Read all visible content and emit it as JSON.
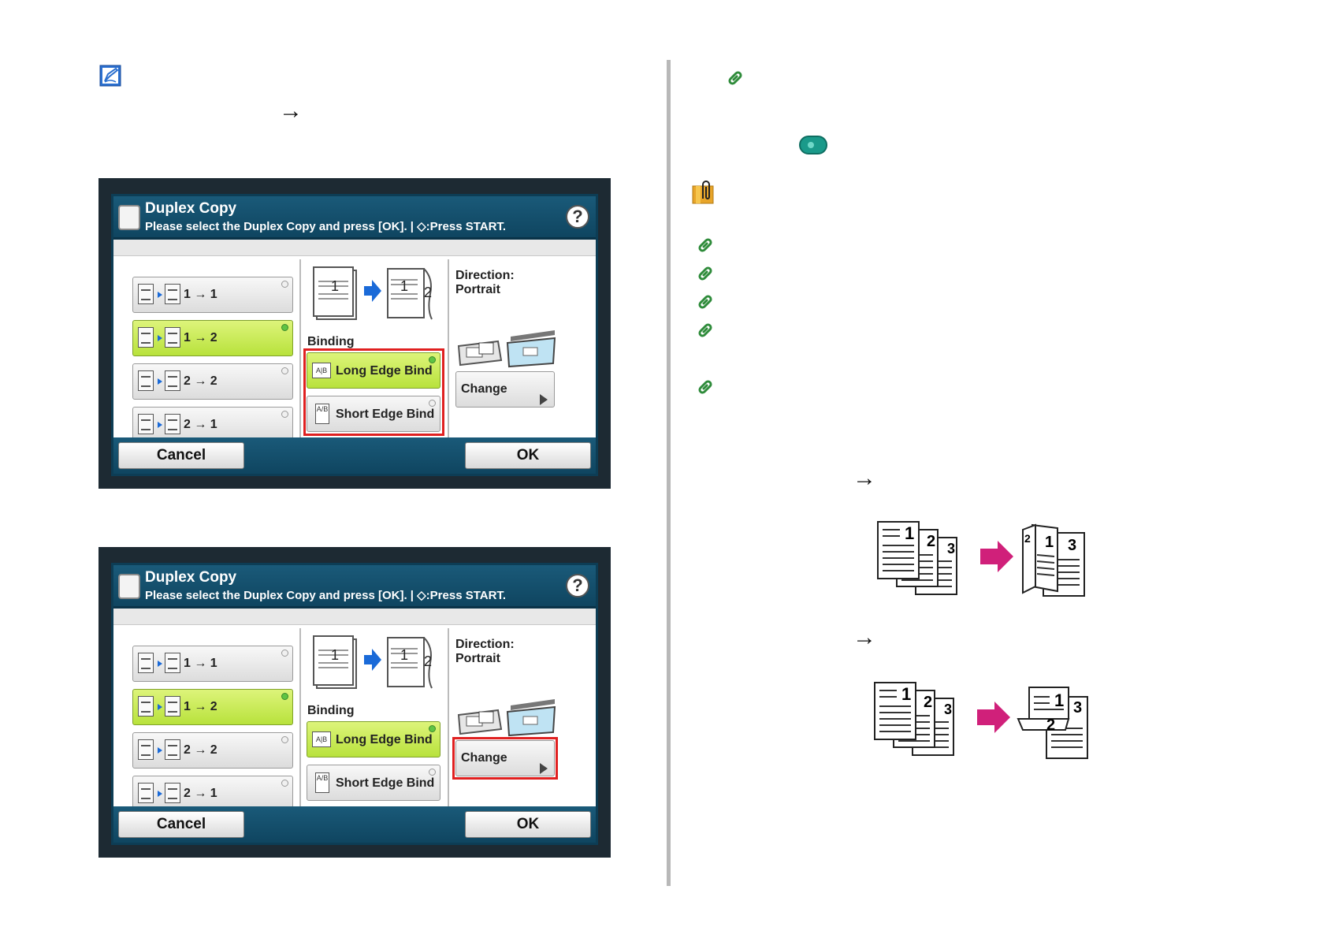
{
  "panels": [
    {
      "title": "Duplex Copy",
      "subtitle": "Please select the Duplex Copy and press [OK]. | ◇:Press START.",
      "help": "?",
      "modes": [
        "1 → 1",
        "1 → 2",
        "2 → 2",
        "2 → 1"
      ],
      "selected_mode": 1,
      "preview_front": "1",
      "preview_back_front": "1",
      "preview_back": "2",
      "binding_label": "Binding",
      "bind_long": "Long Edge Bind",
      "bind_short": "Short Edge Bind",
      "bind_long_icon": "A|B",
      "bind_short_icon": "A/B",
      "direction_label": "Direction:",
      "direction_value": "Portrait",
      "change": "Change",
      "cancel": "Cancel",
      "ok": "OK",
      "highlight": "binding"
    },
    {
      "title": "Duplex Copy",
      "subtitle": "Please select the Duplex Copy and press [OK]. | ◇:Press START.",
      "help": "?",
      "modes": [
        "1 → 1",
        "1 → 2",
        "2 → 2",
        "2 → 1"
      ],
      "selected_mode": 1,
      "preview_front": "1",
      "preview_back_front": "1",
      "preview_back": "2",
      "binding_label": "Binding",
      "bind_long": "Long Edge Bind",
      "bind_short": "Short Edge Bind",
      "bind_long_icon": "A|B",
      "bind_short_icon": "A/B",
      "direction_label": "Direction:",
      "direction_value": "Portrait",
      "change": "Change",
      "cancel": "Cancel",
      "ok": "OK",
      "highlight": "change"
    }
  ],
  "left_arrow": "→",
  "right_arrows": [
    "→",
    "→"
  ],
  "illustrations": {
    "long_edge": {
      "source_pages": [
        "1",
        "2",
        "3"
      ],
      "result_pages": [
        "2",
        "1",
        "3"
      ]
    },
    "short_edge": {
      "source_pages": [
        "1",
        "2",
        "3"
      ],
      "result_pages": [
        "1",
        "2",
        "3"
      ]
    }
  },
  "colors": {
    "panel_blue": "#0f4560",
    "selected_green": "#b8e23c",
    "highlight_red": "#e02020",
    "link_green": "#2e8b3a",
    "arrow_magenta": "#d0207a",
    "start_button_teal": "#1a9a8a"
  },
  "icons": {
    "memo": "memo-pencil-icon",
    "link": "link-chain-icon",
    "note": "paperclip-note-icon",
    "start": "start-button-icon"
  }
}
